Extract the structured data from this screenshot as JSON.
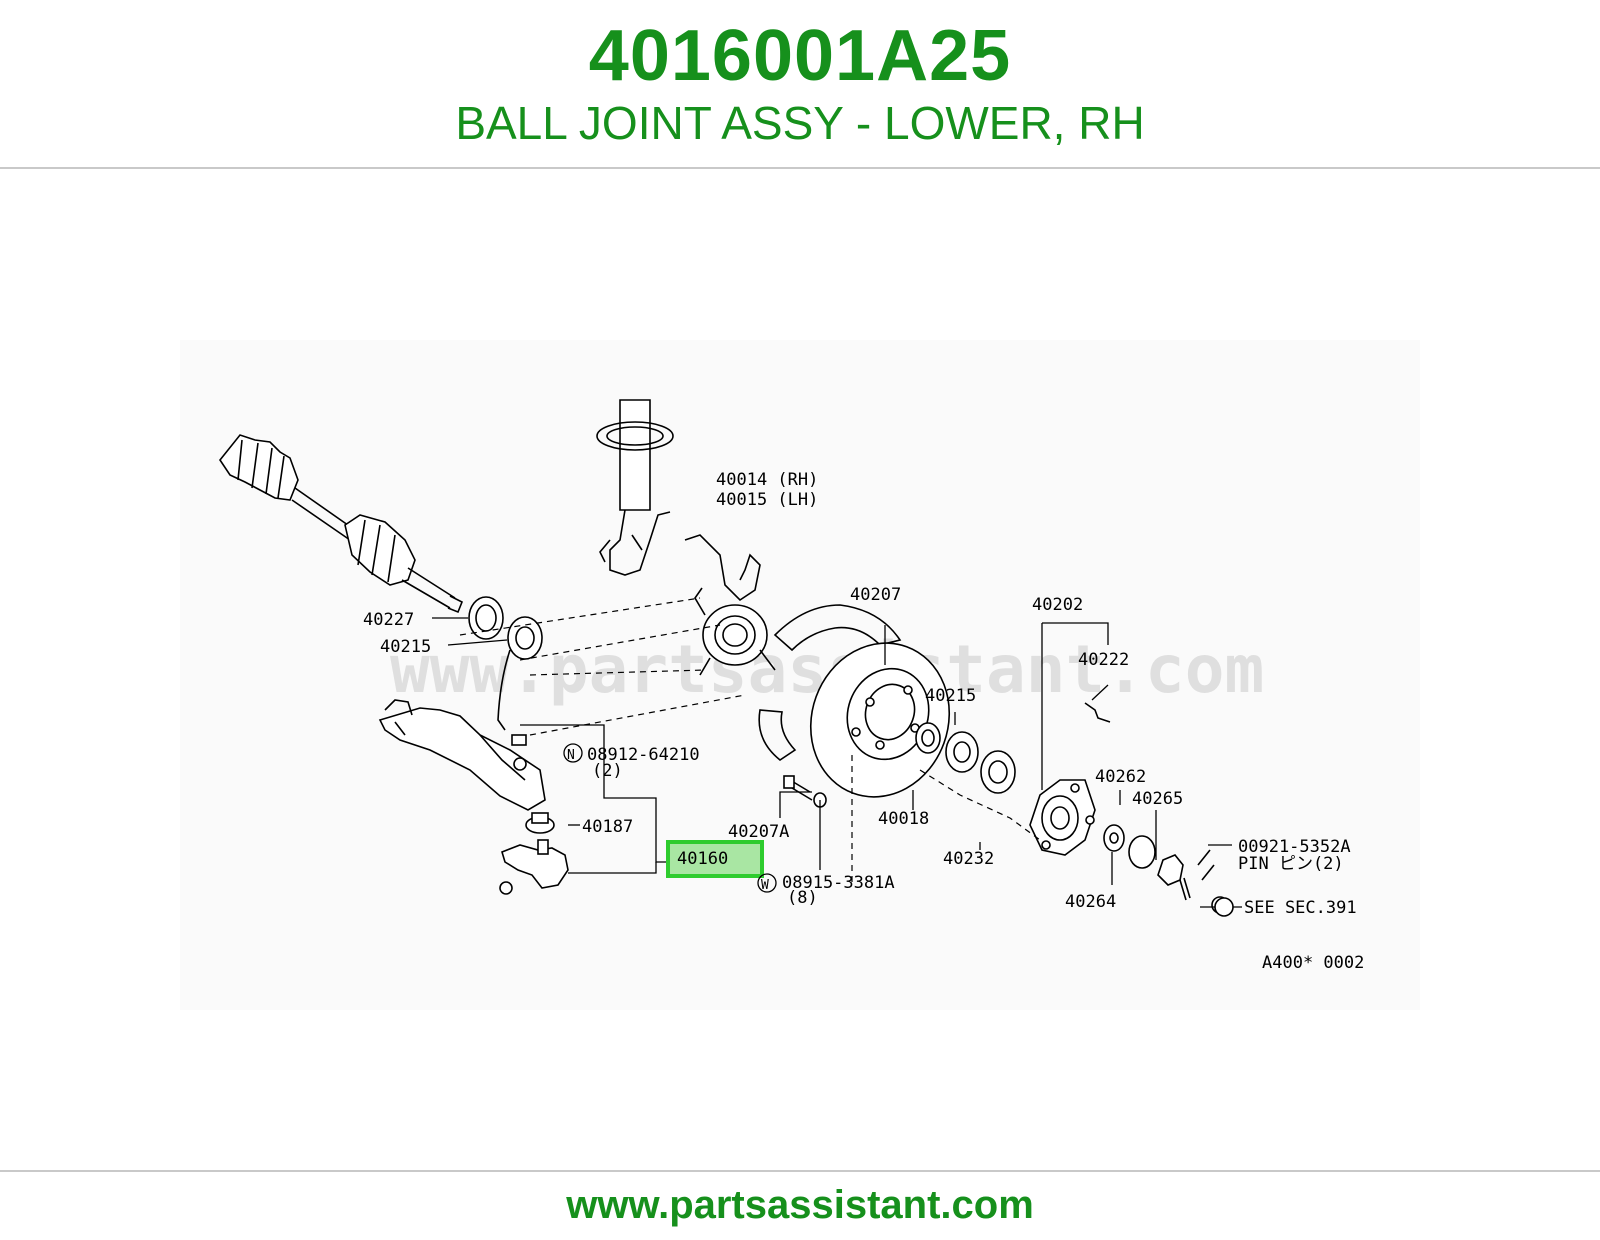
{
  "header": {
    "part_number": "4016001A25",
    "description": "BALL JOINT ASSY - LOWER, RH"
  },
  "diagram": {
    "watermark": "www.partsassistant.com",
    "highlight_color": "#2ecc2e",
    "callouts": {
      "c40014": "40014 (RH)",
      "c40015": "40015 (LH)",
      "c40207": "40207",
      "c40202": "40202",
      "c40222": "40222",
      "c40227": "40227",
      "c40215a": "40215",
      "c40215b": "40215",
      "c08912": "08912-64210",
      "c08912n": "N",
      "c08912q": "(2)",
      "c40187": "40187",
      "c40207a": "40207A",
      "c40160": "40160",
      "c08915": "08915-3381A",
      "c08915w": "W",
      "c08915q": "(8)",
      "c40018": "40018",
      "c40232": "40232",
      "c40262": "40262",
      "c40265": "40265",
      "c40264": "40264",
      "c00921": "00921-5352A",
      "c_pin": "PIN ピン(2)",
      "c_see": "SEE SEC.391",
      "c_ref": "A400* 0002"
    }
  },
  "footer": {
    "url": "www.partsassistant.com"
  }
}
